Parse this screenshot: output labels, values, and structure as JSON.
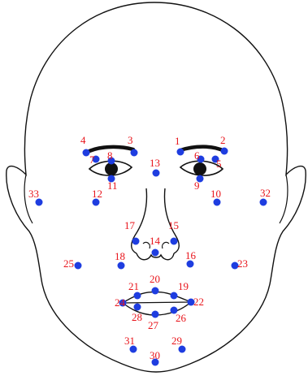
{
  "landmarks": [
    {
      "id": "1"
    },
    {
      "id": "2"
    },
    {
      "id": "3"
    },
    {
      "id": "4"
    },
    {
      "id": "5"
    },
    {
      "id": "6"
    },
    {
      "id": "7"
    },
    {
      "id": "8"
    },
    {
      "id": "9"
    },
    {
      "id": "10"
    },
    {
      "id": "11"
    },
    {
      "id": "12"
    },
    {
      "id": "13"
    },
    {
      "id": "14"
    },
    {
      "id": "15"
    },
    {
      "id": "16"
    },
    {
      "id": "17"
    },
    {
      "id": "18"
    },
    {
      "id": "19"
    },
    {
      "id": "20"
    },
    {
      "id": "21"
    },
    {
      "id": "22"
    },
    {
      "id": "23"
    },
    {
      "id": "24"
    },
    {
      "id": "25"
    },
    {
      "id": "26"
    },
    {
      "id": "27"
    },
    {
      "id": "28"
    },
    {
      "id": "29"
    },
    {
      "id": "30"
    },
    {
      "id": "31"
    },
    {
      "id": "32"
    },
    {
      "id": "33"
    }
  ],
  "colors": {
    "outline": "#111111",
    "point": "#1e3de0",
    "label": "#e8141b",
    "background": "#ffffff"
  }
}
